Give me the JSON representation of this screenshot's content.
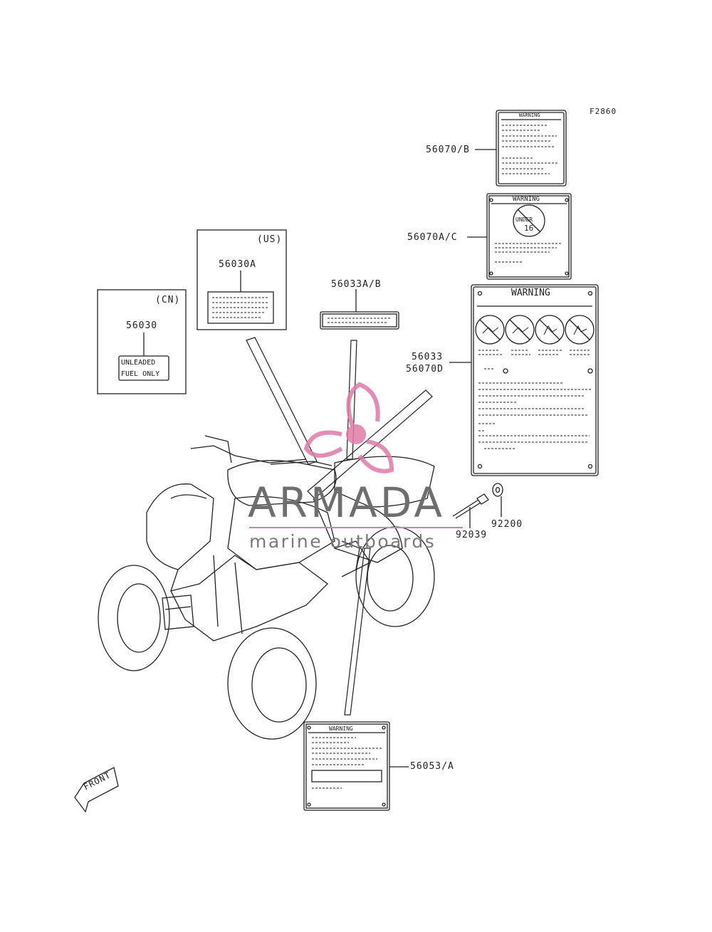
{
  "figure_code": "F2860",
  "regions": {
    "cn": "(CN)",
    "us": "(US)"
  },
  "part_numbers": {
    "p56070b": "56070/B",
    "p56070ac": "56070A/C",
    "p56033ab": "56033A/B",
    "p56030a": "56030A",
    "p56030": "56030",
    "p56033": "56033",
    "p56070d": "56070D",
    "p92200": "92200",
    "p92039": "92039",
    "p56053a": "56053/A"
  },
  "label_texts": {
    "unleaded_line1": "UNLEADED",
    "unleaded_line2": "FUEL ONLY",
    "warning": "WARNING",
    "under": "UNDER",
    "age": "16"
  },
  "front_arrow": "FRONT",
  "watermark": {
    "brand": "ARMADA",
    "tagline": "marine outboards",
    "accent_color": "#e07aa8"
  }
}
